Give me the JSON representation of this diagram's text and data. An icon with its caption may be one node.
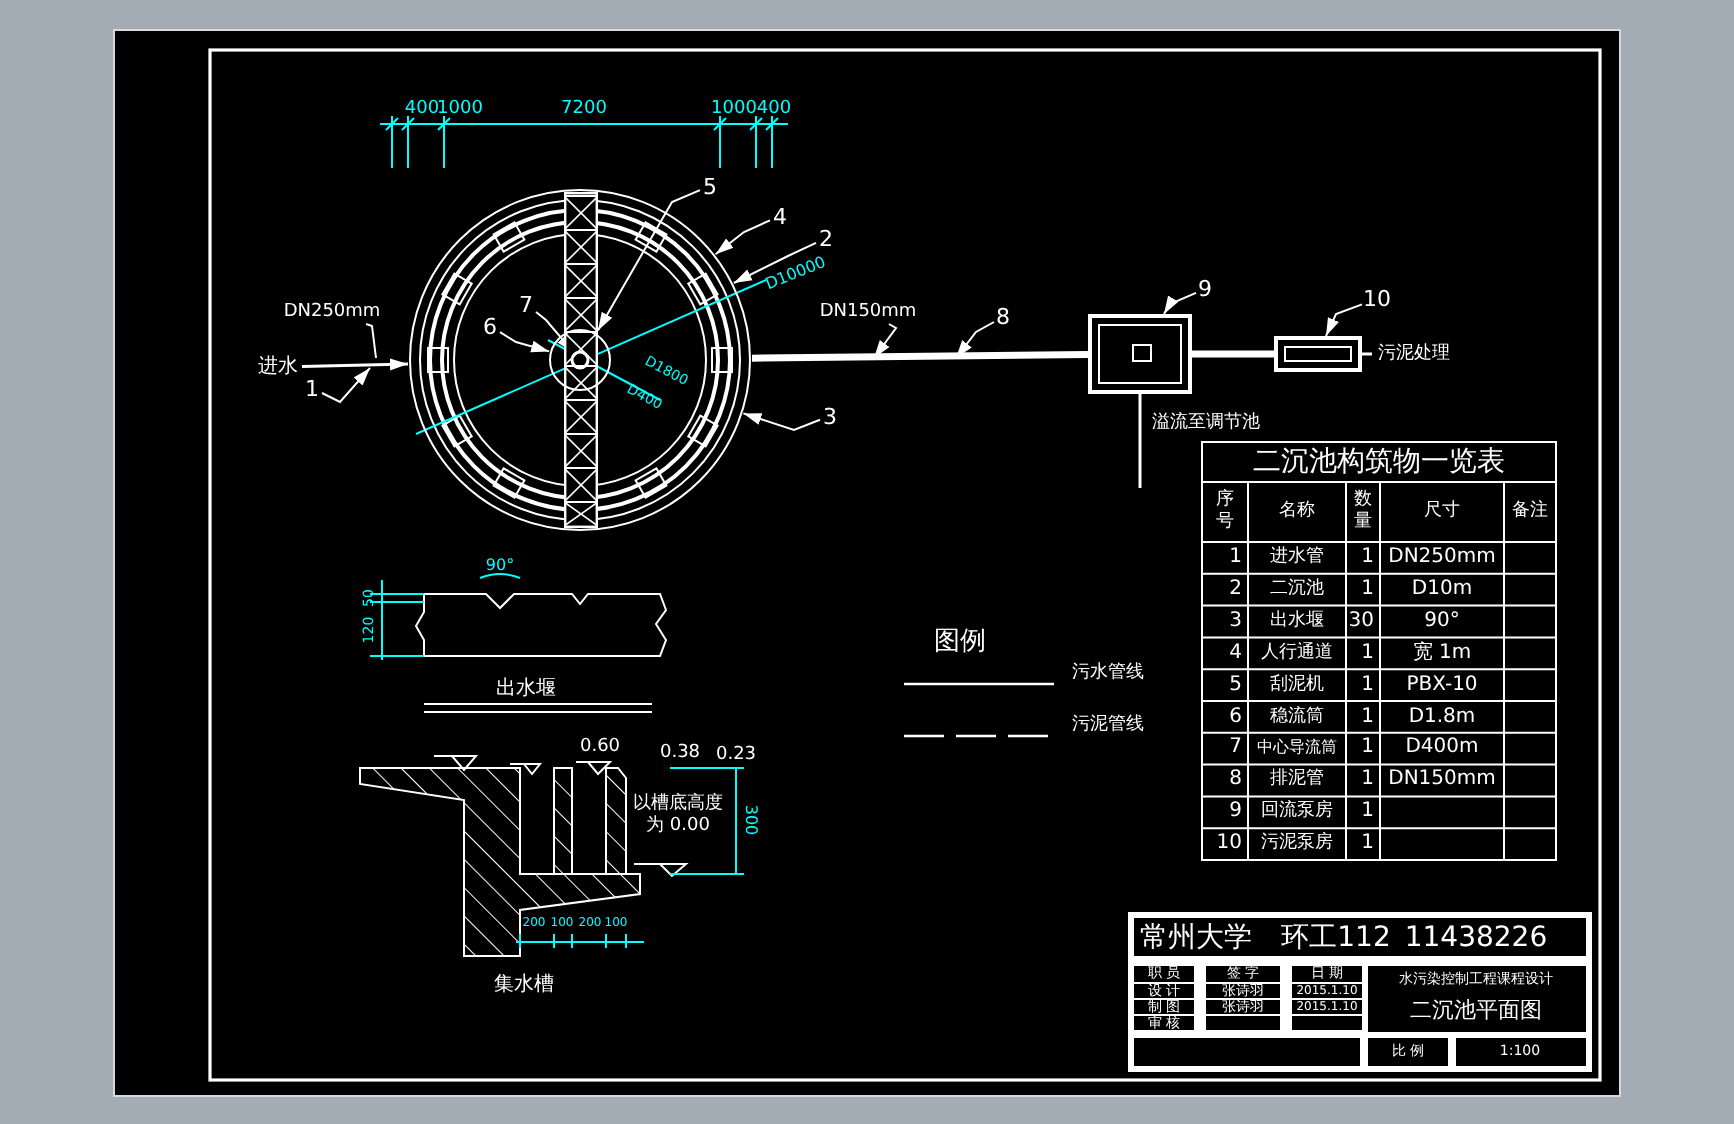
{
  "diagram": {
    "nodes": [
      {
        "text": [],
        "shape": "circle"
      },
      {
        "text": [
          "进水"
        ]
      },
      {
        "text": [
          "DN250mm"
        ]
      },
      {
        "text": [
          "1"
        ]
      },
      {
        "text": [
          "2"
        ]
      },
      {
        "text": [
          "3"
        ]
      },
      {
        "text": [
          "4"
        ]
      },
      {
        "text": [
          "5"
        ]
      },
      {
        "text": [
          "6"
        ],
        "in": 0
      },
      {
        "text": [
          "7"
        ],
        "in": 0
      },
      {
        "text": [
          "DN150mm"
        ]
      },
      {
        "text": [
          "8"
        ]
      },
      {
        "text": [],
        "shape": "box"
      },
      {
        "text": [
          "9"
        ]
      },
      {
        "text": [],
        "shape": "box"
      },
      {
        "text": [
          "10"
        ]
      },
      {
        "text": [
          "污泥处理"
        ]
      },
      {
        "text": [],
        "shape": "bar",
        "in": 0
      },
      {
        "text": [],
        "shape": "circle",
        "in": 0
      },
      {
        "text": [],
        "shape": "circle"
      }
    ],
    "edges": [
      {
        "from": 1,
        "to": 0,
        "arrow": "to"
      },
      {
        "from": 0,
        "to": 12,
        "arrow": "none",
        "style": "thick"
      },
      {
        "from": 12,
        "to": 14,
        "arrow": "none",
        "style": "thick"
      },
      {
        "from": 14,
        "to": 16,
        "arrow": "none"
      },
      {
        "from": 12,
        "to": null,
        "arrow": "none"
      },
      {
        "from": 3,
        "to": null,
        "arrow": "to"
      },
      {
        "from": 2,
        "to": null,
        "arrow": "none"
      },
      {
        "from": 4,
        "to": 0,
        "arrow": "to"
      },
      {
        "from": 5,
        "to": 0,
        "arrow": "to"
      },
      {
        "from": 6,
        "to": 0,
        "arrow": "to"
      },
      {
        "from": 7,
        "to": 17,
        "arrow": "to"
      },
      {
        "from": 8,
        "to": 18,
        "arrow": "to"
      },
      {
        "from": 9,
        "to": 19,
        "arrow": "to"
      },
      {
        "from": 10,
        "to": null,
        "arrow": "to"
      },
      {
        "from": 11,
        "to": null,
        "arrow": "to"
      },
      {
        "from": 13,
        "to": 12,
        "arrow": "to"
      },
      {
        "from": 15,
        "to": 14,
        "arrow": "to"
      }
    ],
    "labels": [
      "400",
      "1000",
      "7200",
      "1000",
      "400",
      "D10000",
      "D1800",
      "D400",
      "90°",
      "50",
      "120",
      "出水堰",
      "0.60",
      "0.38",
      "0.23",
      "300",
      "以槽底高度为 0.00",
      "200",
      "100",
      "200",
      "100",
      "集水槽",
      "溢流至调节池",
      "图例",
      "二沉池构筑物一览表",
      "序号",
      "名称",
      "数量",
      "尺寸",
      "备注",
      "1",
      "进水管",
      "1",
      "DN250mm",
      "2",
      "二沉池",
      "1",
      "D10m",
      "3",
      "出水堰",
      "30",
      "90°",
      "4",
      "人行通道",
      "1",
      "宽 1m",
      "5",
      "刮泥机",
      "1",
      "PBX-10",
      "6",
      "稳流筒",
      "1",
      "D1.8m",
      "7",
      "中心导流筒",
      "1",
      "D400m",
      "8",
      "排泥管",
      "1",
      "DN150mm",
      "9",
      "回流泵房",
      "1",
      "10",
      "污泥泵房",
      "1",
      "常州大学",
      "环工112",
      "11438226",
      "职 员",
      "签 字",
      "日 期",
      "设 计",
      "张诗羽",
      "2015.1.10",
      "制 图",
      "张诗羽",
      "2015.1.10",
      "审 核",
      "水污染控制工程课程设计",
      "二沉池平面图",
      "比 例",
      "1:100"
    ],
    "legend": [
      {
        "text": "污水管线"
      },
      {
        "text": "污泥管线"
      }
    ]
  }
}
